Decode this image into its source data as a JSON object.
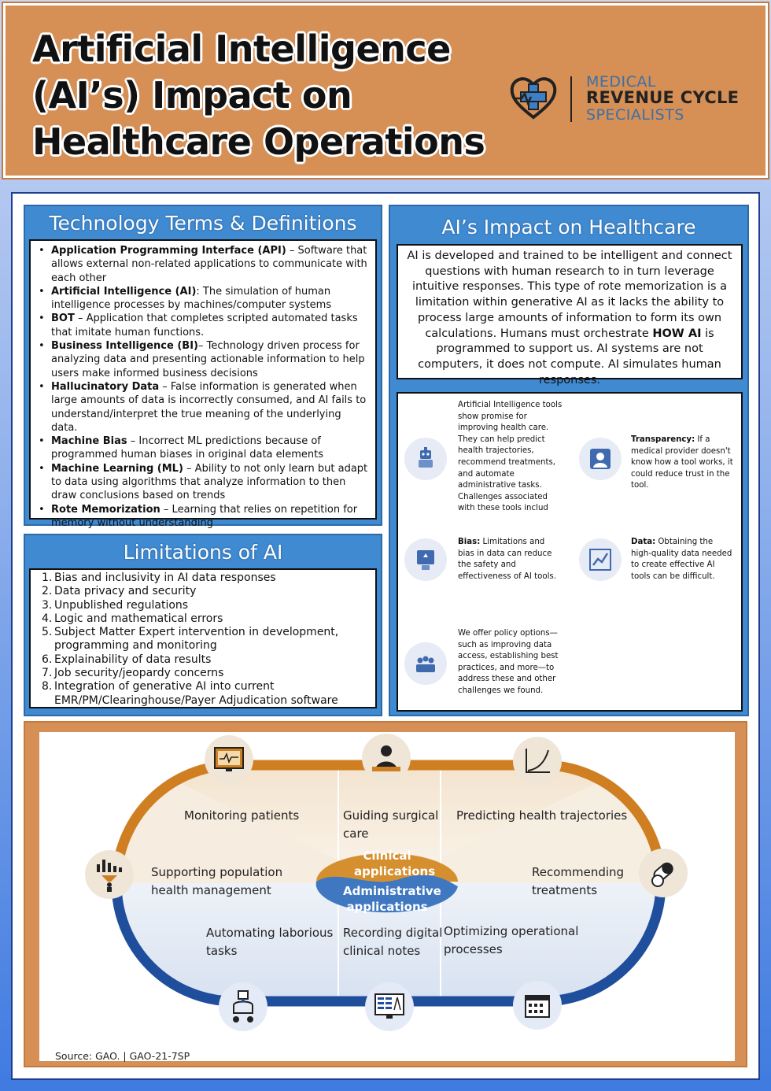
{
  "header": {
    "title_line1": "Artificial Intelligence",
    "title_line2": "(AI’s) Impact on",
    "title_line3": "Healthcare Operations",
    "logo_line1": "MEDICAL",
    "logo_line2": "REVENUE CYCLE",
    "logo_line3": "SPECIALISTS"
  },
  "terms": {
    "title": "Technology Terms & Definitions",
    "items": [
      {
        "term": "Application Programming Interface (API)",
        "def": " – Software that allows external non-related applications to communicate with each other"
      },
      {
        "term": "Artificial Intelligence (AI)",
        "def": ": The simulation of human intelligence processes by machines/computer systems"
      },
      {
        "term": "BOT",
        "def": " – Application that completes scripted automated tasks that imitate human functions."
      },
      {
        "term": "Business Intelligence (BI)",
        "def": "– Technology driven process for analyzing data and presenting actionable information to help users make informed business decisions"
      },
      {
        "term": "Hallucinatory Data",
        "def": " – False information is generated when large amounts of data is incorrectly consumed, and AI fails to understand/interpret the true meaning of the underlying data."
      },
      {
        "term": "Machine Bias",
        "def": " – Incorrect ML predictions because of programmed human biases in original data elements"
      },
      {
        "term": "Machine Learning (ML)",
        "def": " – Ability to not only learn but adapt to data using algorithms that analyze information to then draw conclusions based on trends"
      },
      {
        "term": "Rote Memorization",
        "def": " – Learning that relies on repetition for memory without understanding"
      }
    ]
  },
  "limits": {
    "title": "Limitations of AI",
    "items": [
      "Bias and inclusivity in AI data responses",
      "Data privacy and security",
      "Unpublished regulations",
      "Logic and mathematical errors",
      "Subject Matter Expert intervention in development, programming and monitoring",
      "Explainability of data results",
      "Job security/jeopardy concerns",
      "Integration of generative AI into current EMR/PM/Clearinghouse/Payer Adjudication software"
    ]
  },
  "impact": {
    "title": "AI’s Impact on Healthcare",
    "text_before": "AI is developed and trained to be intelligent and connect questions with human research to in turn leverage intuitive responses. This type of rote memorization is a limitation within generative AI as it lacks the ability to process large amounts of information to form its own calculations. Humans must orchestrate ",
    "text_bold": "HOW AI",
    "text_after": " is programmed to support us. AI systems are not computers, it does not compute. AI simulates human responses."
  },
  "gao": {
    "intro": "Artificial Intelligence tools show promise for improving health care. They can help predict health trajectories, recommend treatments, and automate administrative tasks. Challenges associated with these tools includ",
    "transparency_label": "Transparency:",
    "transparency_text": " If a medical provider doesn't know how a tool works, it could reduce trust in the tool.",
    "bias_label": "Bias:",
    "bias_text": " Limitations and bias in data can reduce the safety and effectiveness of AI tools.",
    "data_label": "Data:",
    "data_text": " Obtaining the high-quality data needed to create effective AI tools can be difficult.",
    "policy": "We offer policy options—such as improving data access, establishing best practices, and more—to address these and other challenges we found."
  },
  "diagram": {
    "monitoring": "Monitoring patients",
    "guiding_1": "Guiding surgical",
    "guiding_2": "care",
    "predicting": "Predicting health trajectories",
    "supporting_1": "Supporting population",
    "supporting_2": "health management",
    "recommending_1": "Recommending",
    "recommending_2": "treatments",
    "clinical_1": "Clinical",
    "clinical_2": "applications",
    "admin_1": "Administrative",
    "admin_2": "applications",
    "automating_1": "Automating laborious",
    "automating_2": "tasks",
    "recording_1": "Recording digital",
    "recording_2": "clinical notes",
    "optimizing_1": "Optimizing operational",
    "optimizing_2": "processes",
    "source": "Source: GAO.  |  GAO-21-7SP"
  },
  "colors": {
    "orange": "#d68f55",
    "blue": "#3f8ad1",
    "navy": "#1f4e9c",
    "diagram_orange": "#cf7f22"
  }
}
